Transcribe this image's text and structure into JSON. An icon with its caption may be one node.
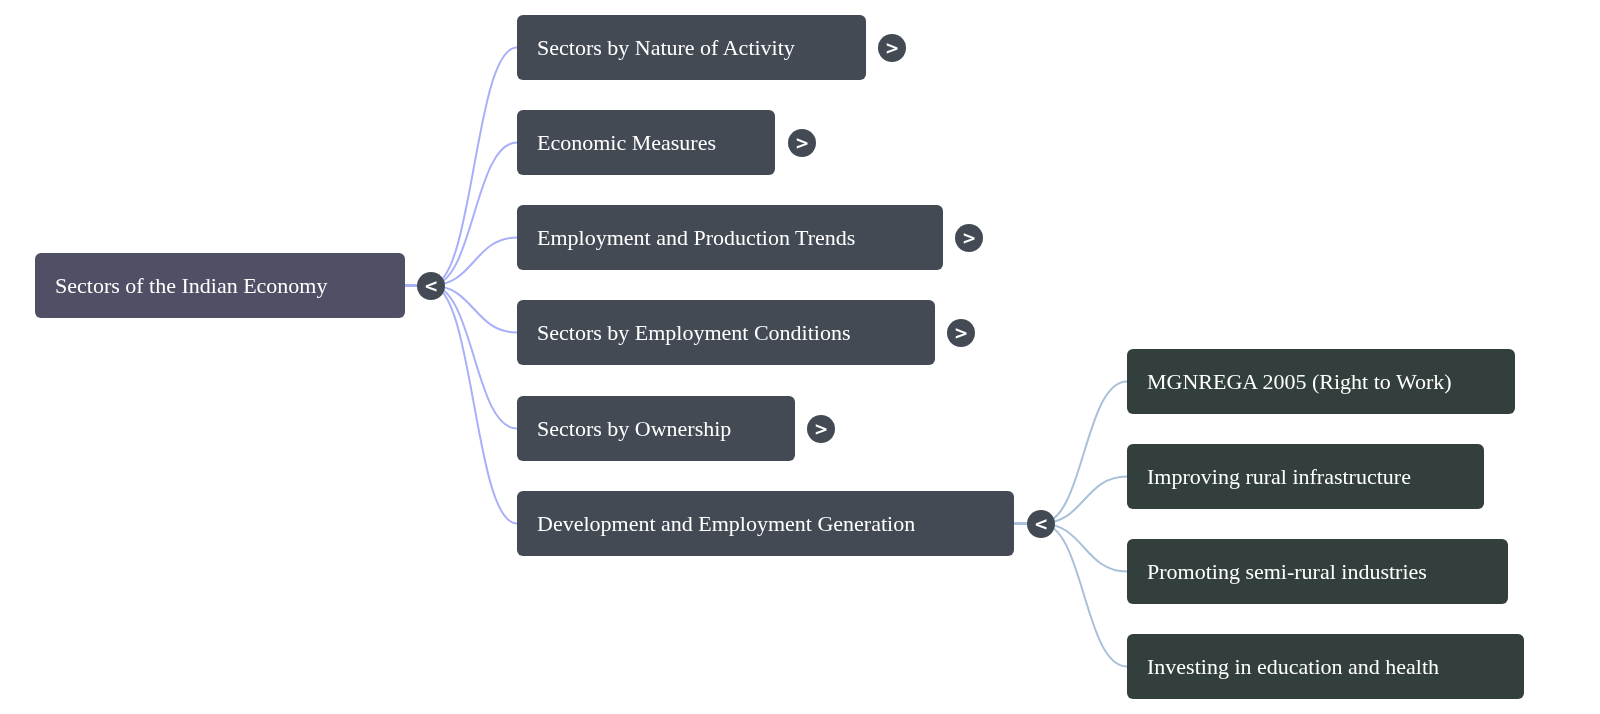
{
  "diagram": {
    "nodes": [
      {
        "text": [
          "Sectors of the Indian Economy"
        ],
        "beside": [
          "<"
        ]
      },
      {
        "text": [
          "Sectors by Nature of Activity"
        ],
        "beside": [
          ">"
        ]
      },
      {
        "text": [
          "Economic Measures"
        ],
        "beside": [
          ">"
        ]
      },
      {
        "text": [
          "Employment and Production Trends"
        ],
        "beside": [
          ">"
        ]
      },
      {
        "text": [
          "Sectors by Employment Conditions"
        ],
        "beside": [
          ">"
        ]
      },
      {
        "text": [
          "Sectors by Ownership"
        ],
        "beside": [
          ">"
        ]
      },
      {
        "text": [
          "Development and Employment Generation"
        ],
        "beside": [
          "<"
        ]
      },
      {
        "text": [
          "MGNREGA 2005 (Right to Work)"
        ]
      },
      {
        "text": [
          "Improving rural infrastructure"
        ]
      },
      {
        "text": [
          "Promoting semi-rural industries"
        ]
      },
      {
        "text": [
          "Investing in education and health"
        ]
      }
    ],
    "edges": [
      {
        "from": 0,
        "to": 1,
        "arrow": "none"
      },
      {
        "from": 0,
        "to": 2,
        "arrow": "none"
      },
      {
        "from": 0,
        "to": 3,
        "arrow": "none"
      },
      {
        "from": 0,
        "to": 4,
        "arrow": "none"
      },
      {
        "from": 0,
        "to": 5,
        "arrow": "none"
      },
      {
        "from": 0,
        "to": 6,
        "arrow": "none"
      },
      {
        "from": 6,
        "to": 7,
        "arrow": "none",
        "color": "#a9c0db"
      },
      {
        "from": 6,
        "to": 8,
        "arrow": "none",
        "color": "#a9c0db"
      },
      {
        "from": 6,
        "to": 9,
        "arrow": "none",
        "color": "#a9c0db"
      },
      {
        "from": 6,
        "to": 10,
        "arrow": "none",
        "color": "#a9c0db"
      }
    ]
  }
}
